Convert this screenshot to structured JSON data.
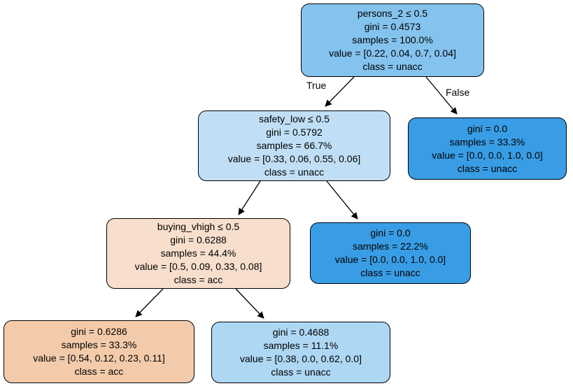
{
  "diagram": {
    "type": "decision-tree",
    "edge_labels": {
      "true": "True",
      "false": "False"
    },
    "colors": {
      "class_unacc_base": "#399de5",
      "class_acc_base": "#e58139",
      "edge_stroke": "#000000",
      "node_border": "#000000",
      "background": "#ffffff"
    },
    "nodes": [
      {
        "id": "root",
        "fill": "#85c3ef",
        "lines": [
          "persons_2 ≤ 0.5",
          "gini = 0.4573",
          "samples = 100.0%",
          "value = [0.22, 0.04, 0.7, 0.04]",
          "class = unacc"
        ]
      },
      {
        "id": "left-child",
        "fill": "#c0dff6",
        "lines": [
          "safety_low ≤ 0.5",
          "gini = 0.5792",
          "samples = 66.7%",
          "value = [0.33, 0.06, 0.55, 0.06]",
          "class = unacc"
        ]
      },
      {
        "id": "right-child",
        "fill": "#399de5",
        "lines": [
          "gini = 0.0",
          "samples = 33.3%",
          "value = [0.0, 0.0, 1.0, 0.0]",
          "class = unacc"
        ]
      },
      {
        "id": "left-left-child",
        "fill": "#f8dfcd",
        "lines": [
          "buying_vhigh ≤ 0.5",
          "gini = 0.6288",
          "samples = 44.4%",
          "value = [0.5, 0.09, 0.33, 0.08]",
          "class = acc"
        ]
      },
      {
        "id": "left-right-child",
        "fill": "#399de5",
        "lines": [
          "gini = 0.0",
          "samples = 22.2%",
          "value = [0.0, 0.0, 1.0, 0.0]",
          "class = unacc"
        ]
      },
      {
        "id": "left-left-left-leaf",
        "fill": "#f4cbaa",
        "lines": [
          "gini = 0.6286",
          "samples = 33.3%",
          "value = [0.54, 0.12, 0.23, 0.11]",
          "class = acc"
        ]
      },
      {
        "id": "left-left-right-leaf",
        "fill": "#aed7f4",
        "lines": [
          "gini = 0.4688",
          "samples = 11.1%",
          "value = [0.38, 0.0, 0.62, 0.0]",
          "class = unacc"
        ]
      }
    ]
  }
}
